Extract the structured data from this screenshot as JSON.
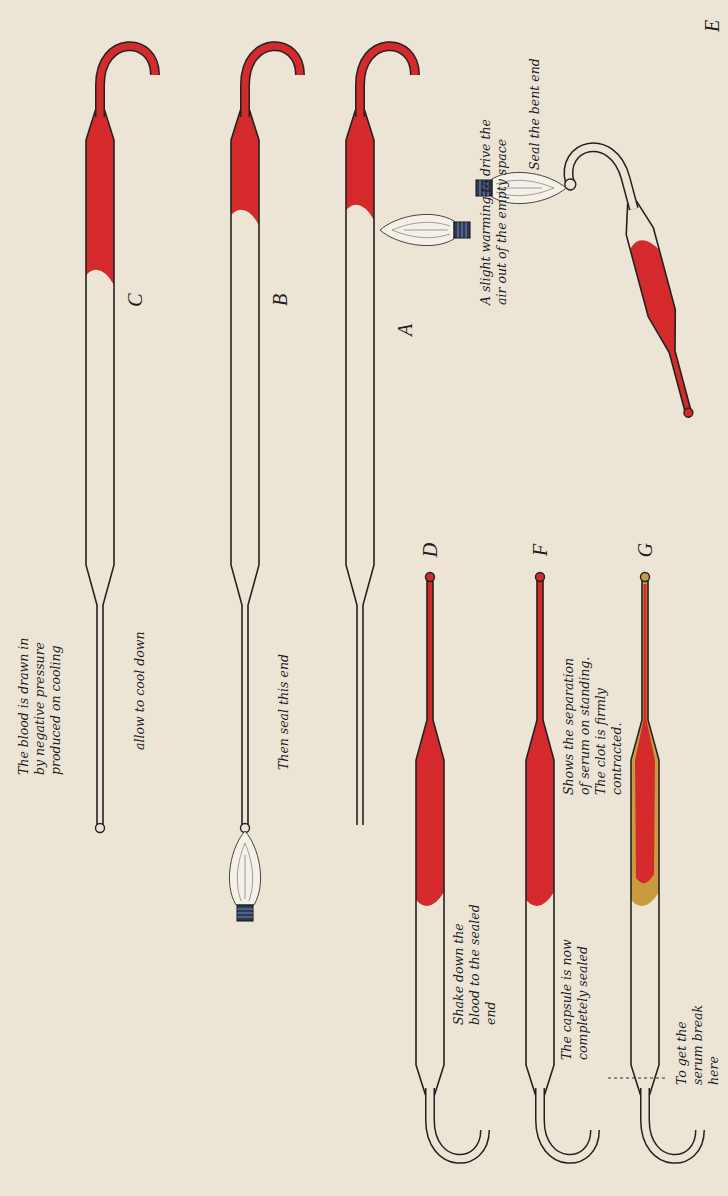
{
  "diagram": {
    "labels": [
      "A",
      "A slight warming to drive the air out of the empty space",
      "B",
      "Then seal this end",
      "C",
      "allow to cool down",
      "The blood is drawn in by negative pressure produced on cooling",
      "D",
      "Shake down the blood to the sealed end",
      "E",
      "Seal the bent end",
      "F",
      "The capsule is now completely sealed",
      "G",
      "Shows the separation of serum on standing. The clot is firmly contracted.",
      "To get the serum break here"
    ]
  }
}
